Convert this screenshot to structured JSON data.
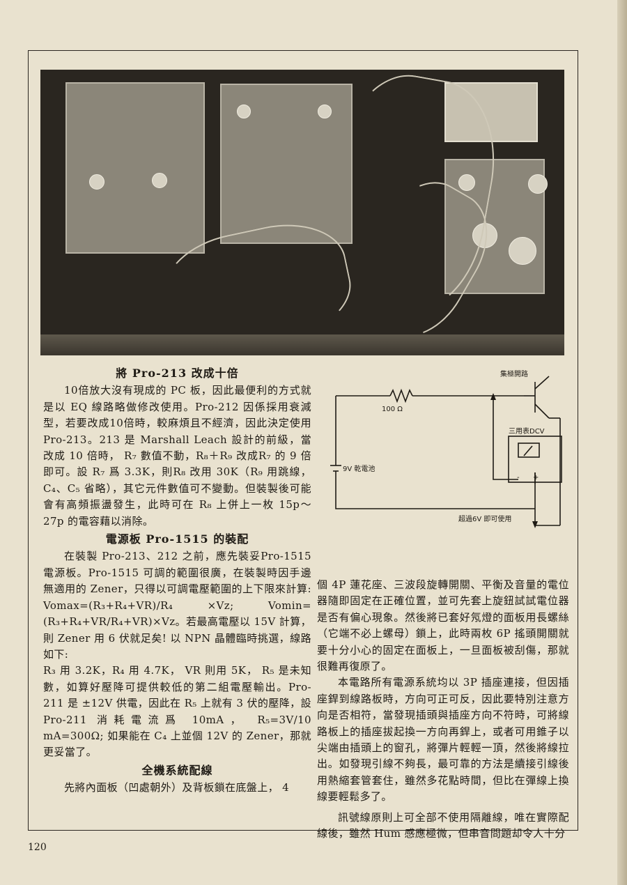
{
  "sections": {
    "s1_title": "將 Pro-213 改成十倍",
    "s1_para": "10倍放大沒有現成的 PC 板，因此最便利的方式就是以 EQ 線路略做修改使用。Pro-212 因係採用衰減型，若要改成10倍時，較麻煩且不經濟，因此決定使用 Pro-213。213 是 Marshall Leach 設計的前級，當改成 10 倍時， R₇ 數值不動，R₈＋R₉ 改成R₇ 的 9 倍即可。設 R₇ 爲 3.3K，則R₈ 改用 30K（R₉ 用跳線， C₄、C₅ 省略），其它元件數值可不變動。但裝製後可能會有高頻振盪發生，此時可在 R₈ 上併上一枚 15p～27p 的電容藉以消除。",
    "s2_title": "電源板 Pro-1515 的裝配",
    "s2_para1": "在裝製 Pro-213、212 之前，應先裝妥Pro-1515 電源板。Pro-1515 可調的範圍很廣，在裝製時因手邊無適用的 Zener，只得以可調電壓範圍的上下限來計算: Vomax=(R₃+R₄+VR)/R₄ ×Vz; Vomin=(R₃+R₄+VR/R₄+VR)×Vz。若最高電壓以 15V 計算，則 Zener 用 6 伏就足矣! 以 NPN 晶體臨時挑選，線路如下:",
    "s2_para2": "R₃ 用 3.2K，R₄ 用 4.7K， VR 則用 5K， R₅ 是未知數，如算好壓降可提供較低的第二組電壓輸出。Pro-211 是 ±12V 供電，因此在 R₅ 上就有 3 伏的壓降，設 Pro-211 消耗電流爲 10mA， R₅=3V/10 mA=300Ω; 如果能在 C₄ 上並個 12V 的 Zener，那就更妥當了。",
    "s3_title": "全機系統配線",
    "s3_para": "先將內面板（凹處朝外）及背板鎖在底盤上， 4",
    "r_para1": "個 4P 蓮花座、三波段旋轉開關、平衡及音量的電位器隨即固定在正確位置，並可先套上旋鈕試試電位器是否有偏心現象。然後將已套好氖燈的面板用長螺絲（它端不必上螺母）鎖上，此時兩枚 6P 搖頭開關就要十分小心的固定在面板上，一旦面板被刮傷，那就很難再復原了。",
    "r_para2": "本電路所有電源系統均以 3P 插座連接，但因插座銲到線路板時，方向可正可反，因此要特別注意方向是否相符，當發現插頭與插座方向不符時，可將線路板上的插座拔起換一方向再銲上，或者可用錐子以尖端由插頭上的窗孔，將彈片輕輕一頂，然後將線拉出。如發現引線不夠長，最可靠的方法是續接引線後用熱縮套管套住，雖然多花點時間，但比在彈線上換線要輕鬆多了。",
    "r_para3": "訊號線原則上可全部不使用隔離線，唯在實際配線後，雖然 Hum 感應極微，但串音問題却令人十分"
  },
  "diagram": {
    "collector_label": "集極開路",
    "resistor_label": "100 Ω",
    "battery_label": "9V 乾電池",
    "meter_label": "三用表DCV",
    "meter_minus": "-",
    "meter_plus": "+",
    "note": "超過6V 即可使用"
  },
  "page_number": "120"
}
